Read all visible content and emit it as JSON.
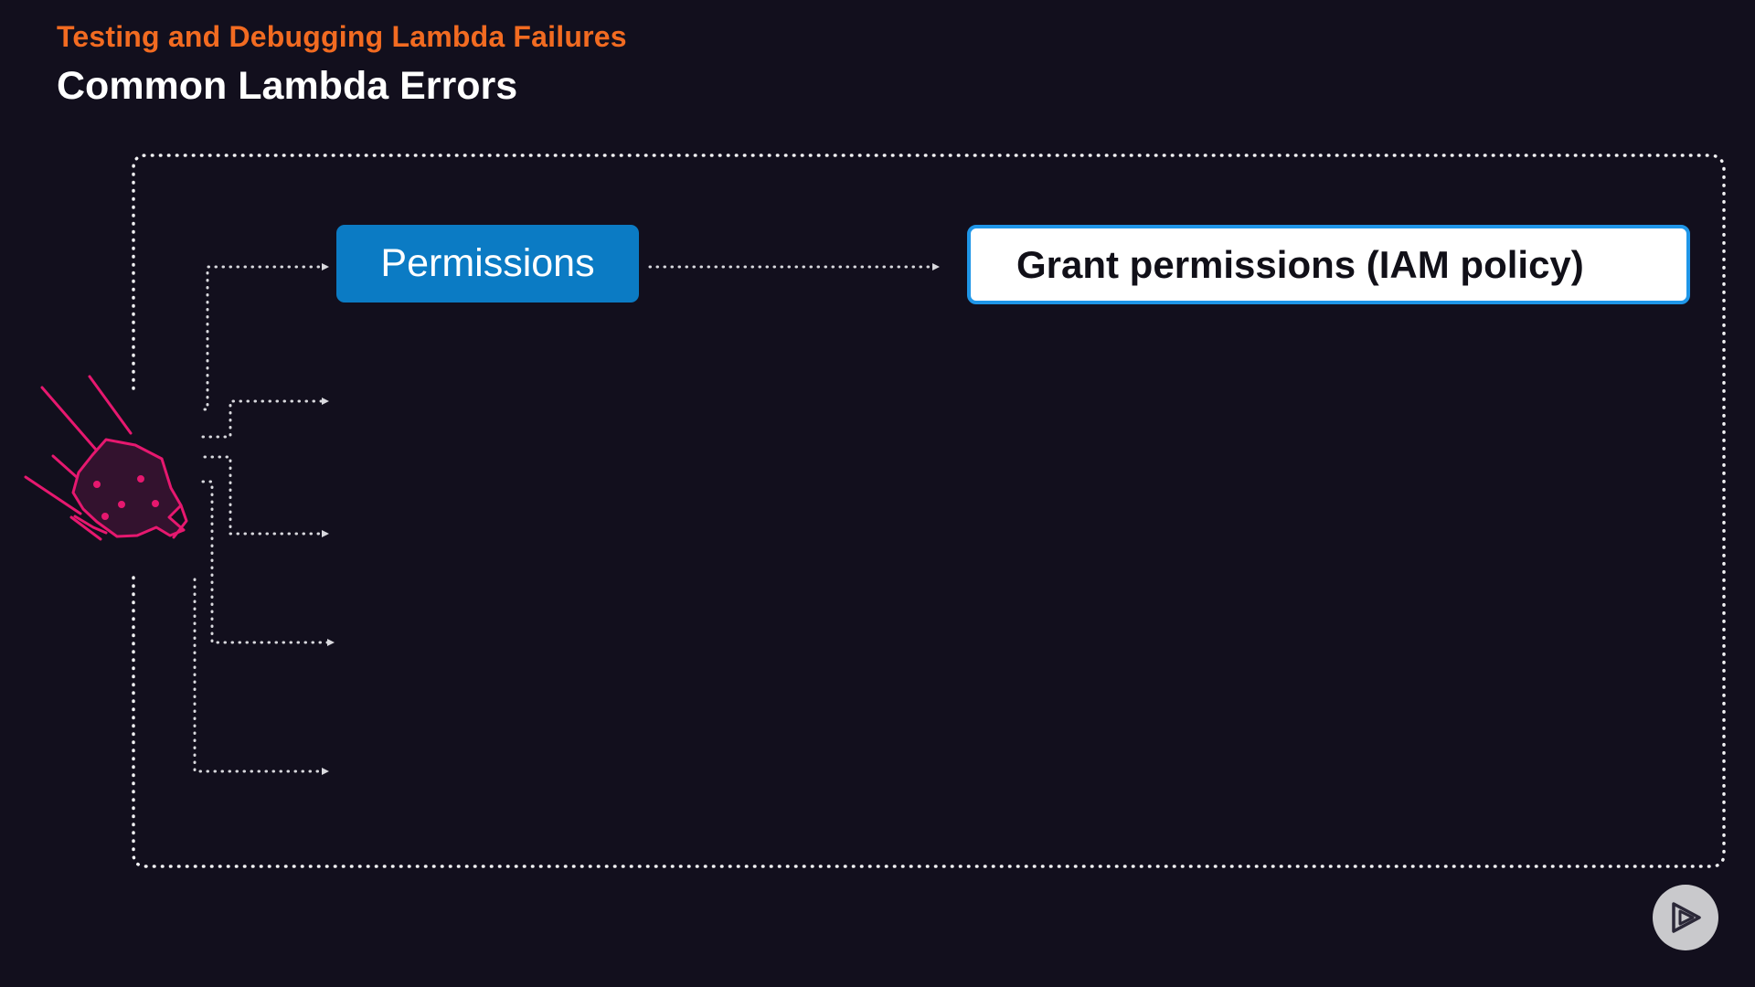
{
  "header": {
    "subtitle": "Testing and Debugging Lambda Failures",
    "title": "Common Lambda Errors"
  },
  "diagram": {
    "source_icon": "explosion-icon",
    "branches": [
      {
        "label": "Permissions",
        "result": "Grant permissions (IAM policy)"
      },
      {
        "label": "",
        "result": ""
      },
      {
        "label": "",
        "result": ""
      },
      {
        "label": "",
        "result": ""
      },
      {
        "label": "",
        "result": ""
      }
    ]
  },
  "controls": {
    "play_icon": "play-icon"
  },
  "colors": {
    "background": "#120f1d",
    "accent_orange": "#f26b21",
    "primary_blue": "#0b7bc4",
    "border_blue": "#1f96e8",
    "explosion_pink": "#e6186f",
    "connector": "#d9d9de"
  }
}
